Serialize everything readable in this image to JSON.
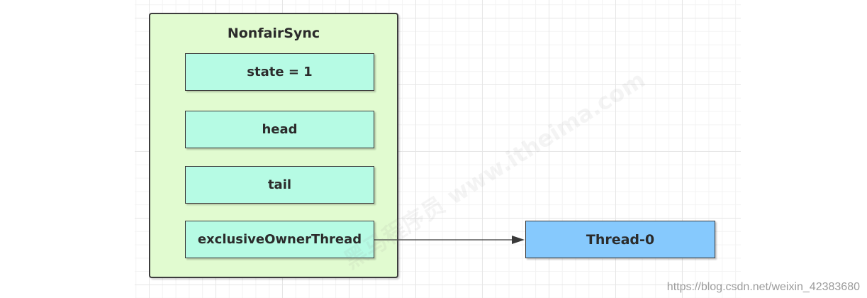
{
  "diagram": {
    "container_title": "NonfairSync",
    "fields": [
      "state = 1",
      "head",
      "tail",
      "exclusiveOwnerThread"
    ],
    "target": "Thread-0"
  },
  "watermark": {
    "logo_text": "黑马程序员 www.itheima.com",
    "credit": "https://blog.csdn.net/weixin_42383680"
  },
  "colors": {
    "container_fill": "#e1fbd0",
    "field_fill": "#b6fbe4",
    "target_fill": "#86c9fd",
    "stroke": "#3a3a3a"
  }
}
